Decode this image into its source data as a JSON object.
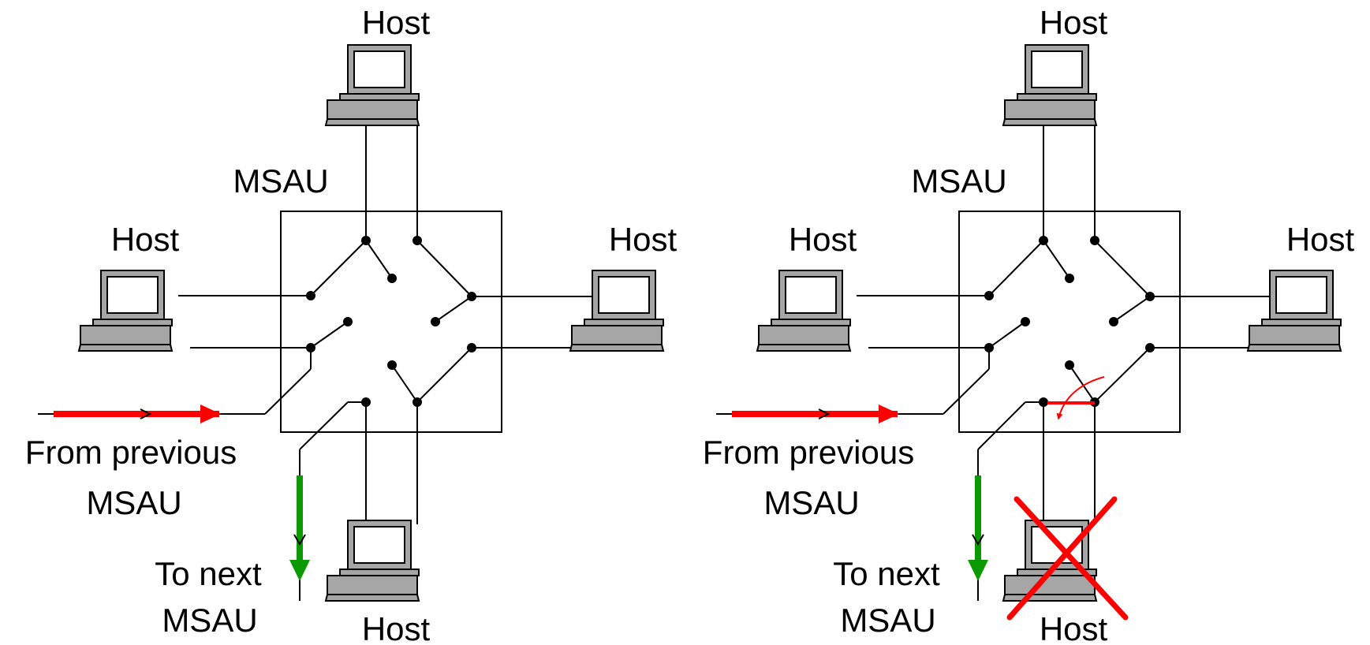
{
  "colors": {
    "line": "#000000",
    "arrow_in": "#ff0000",
    "arrow_out": "#0a9900",
    "failure_mark": "#ff0000",
    "host_body": "#a6a6a6",
    "host_screen": "#ffffff"
  },
  "icons": {
    "host": "desktop-computer-icon",
    "failure": "red-x-cross-icon",
    "bypass": "curved-arrow-icon"
  },
  "panels": [
    {
      "id": "normal",
      "msau_label": "MSAU",
      "hosts": {
        "top": "Host",
        "left": "Host",
        "right": "Host",
        "bottom": "Host"
      },
      "input_label": [
        "From previous",
        "MSAU"
      ],
      "output_label": [
        "To next",
        "MSAU"
      ],
      "bottom_host_failed": false
    },
    {
      "id": "bypassed",
      "msau_label": "MSAU",
      "hosts": {
        "top": "Host",
        "left": "Host",
        "right": "Host",
        "bottom": "Host"
      },
      "input_label": [
        "From previous",
        "MSAU"
      ],
      "output_label": [
        "To next",
        "MSAU"
      ],
      "bottom_host_failed": true
    }
  ]
}
